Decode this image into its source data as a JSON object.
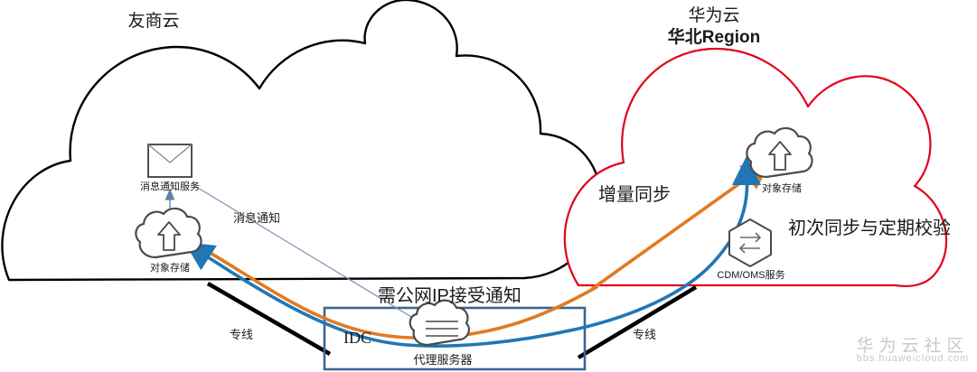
{
  "diagram": {
    "title_left_cloud": "友商云",
    "title_right_cloud_line1": "华为云",
    "title_right_cloud_line2": "华北Region",
    "left_cloud": {
      "nodes": [
        {
          "id": "smn",
          "label": "消息通知服务",
          "icon": "envelope-icon"
        },
        {
          "id": "obs-left",
          "label": "对象存储",
          "icon": "cloud-upload-icon"
        }
      ]
    },
    "right_cloud": {
      "nodes": [
        {
          "id": "obs-right",
          "label": "对象存储",
          "icon": "cloud-upload-icon"
        },
        {
          "id": "cdm-oms",
          "label": "CDM/OMS服务",
          "icon": "hexagon-exchange-icon"
        }
      ],
      "annotations": [
        {
          "id": "incremental",
          "label": "增量同步"
        },
        {
          "id": "initial",
          "label": "初次同步与定期校验"
        }
      ]
    },
    "idc": {
      "label": "IDC",
      "node": {
        "id": "proxy",
        "label": "代理服务器",
        "icon": "cloud-server-icon"
      },
      "note": "需公网IP接受通知"
    },
    "links": [
      {
        "id": "notify",
        "label": "消息通知",
        "color": "#7a93b8",
        "style": "thin-arrow"
      },
      {
        "id": "leased-line-left",
        "label": "专线",
        "color": "#000000",
        "style": "thick-line"
      },
      {
        "id": "leased-line-right",
        "label": "专线",
        "color": "#000000",
        "style": "thick-line"
      },
      {
        "id": "incremental-flow",
        "label": "",
        "color": "#E07B22",
        "style": "curve-arrow"
      },
      {
        "id": "initial-flow",
        "label": "",
        "color": "#2077B4",
        "style": "curve-arrow"
      }
    ],
    "colors": {
      "left_cloud_stroke": "#000000",
      "right_cloud_stroke": "#E3001B",
      "idc_stroke": "#3A6595",
      "orange_flow": "#E07B22",
      "blue_flow": "#2077B4",
      "icon_stroke": "#4a4a4a",
      "thin_link": "#7a93b8",
      "watermark": "#c9c9c9"
    },
    "watermark": {
      "main": "华为云社区",
      "sub": "bbs.huaweicloud.com"
    }
  }
}
